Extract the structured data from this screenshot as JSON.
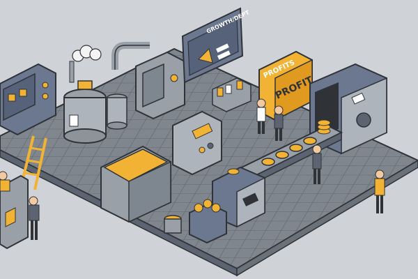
{
  "illustration": {
    "board_sign_text": "GROWTH/DEPT",
    "profits_sign_top": "PROFITS",
    "profits_sign_bottom": "PROFIT",
    "colors": {
      "background": "#cfd2d6",
      "floor": "#7e848c",
      "floor_tile_line": "#5f656d",
      "machine_gray": "#9aa0a8",
      "machine_dark": "#5b6470",
      "machine_blue": "#6b7890",
      "accent_yellow": "#f2b233",
      "outline": "#2f3338"
    },
    "icons": [
      "smoke-icon",
      "gear-icon",
      "warning-icon",
      "coin-icon",
      "ladder-icon"
    ]
  }
}
